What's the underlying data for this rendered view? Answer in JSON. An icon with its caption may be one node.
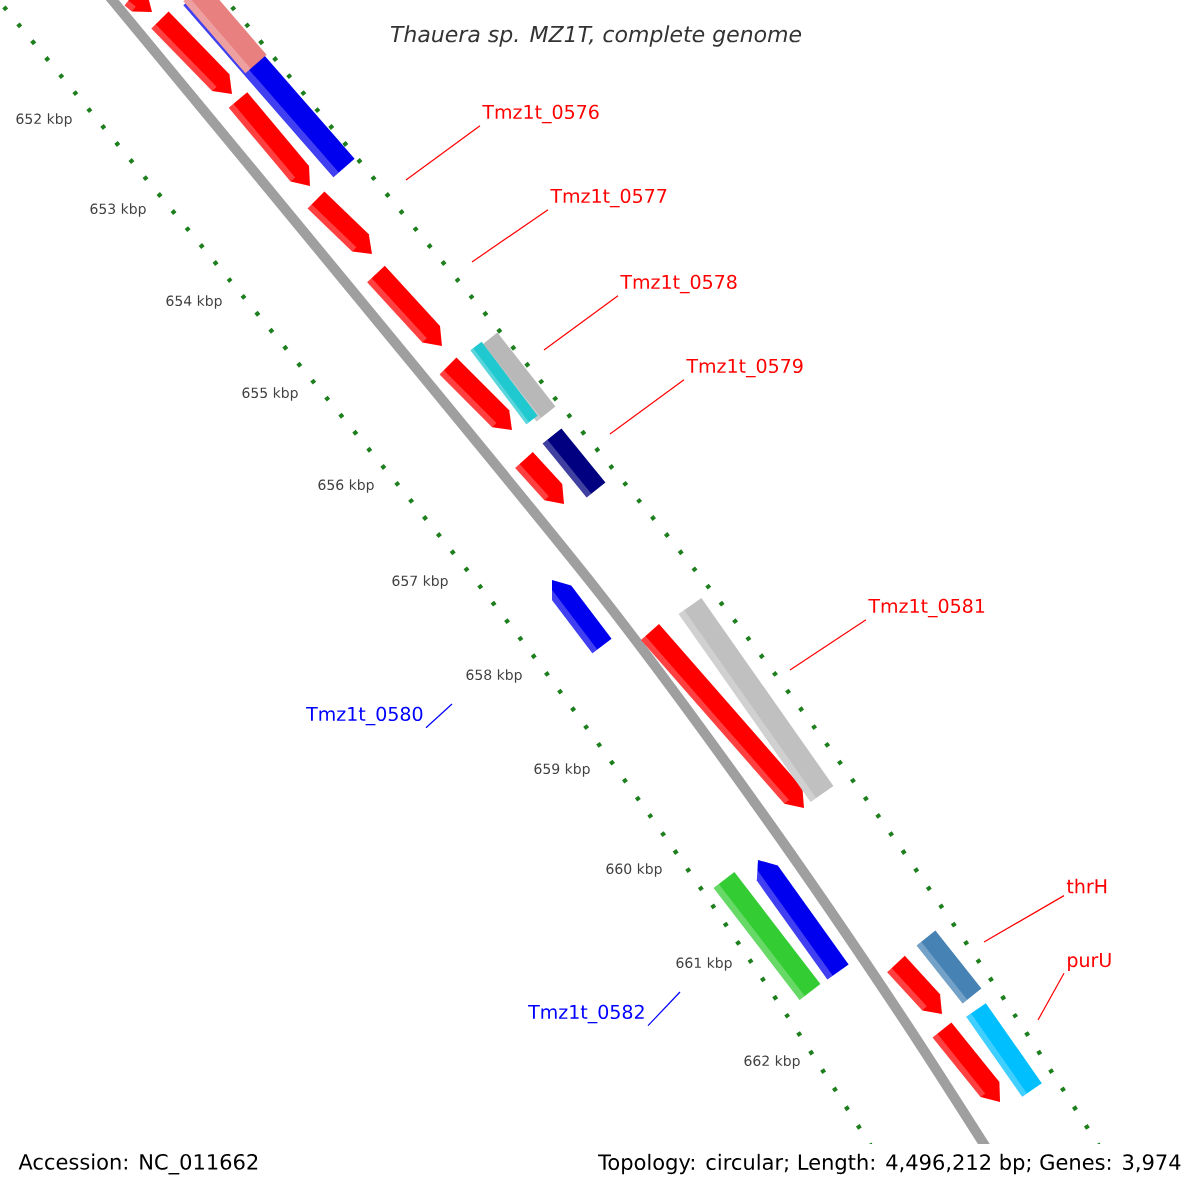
{
  "diagram": {
    "title": "Thauera sp. MZ1T, complete genome",
    "nodes": [
      {
        "text": [
          "Tmz1t_0576"
        ]
      },
      {
        "text": [
          "Tmz1t_0577"
        ]
      },
      {
        "text": [
          "Tmz1t_0578"
        ]
      },
      {
        "text": [
          "Tmz1t_0579"
        ]
      },
      {
        "text": [
          "Tmz1t_0581"
        ]
      },
      {
        "text": [
          "Tmz1t_0580"
        ]
      },
      {
        "text": [
          "Tmz1t_0582"
        ]
      },
      {
        "text": [
          "thrH"
        ]
      },
      {
        "text": [
          "purU"
        ]
      }
    ],
    "edges": [
      {
        "from": 0,
        "to": null,
        "arrow": "none"
      },
      {
        "from": 1,
        "to": null,
        "arrow": "none"
      },
      {
        "from": 2,
        "to": null,
        "arrow": "none"
      },
      {
        "from": 3,
        "to": null,
        "arrow": "none"
      },
      {
        "from": 4,
        "to": null,
        "arrow": "none"
      },
      {
        "from": 5,
        "to": null,
        "arrow": "none",
        "color": "#0000ff"
      },
      {
        "from": 6,
        "to": null,
        "arrow": "none",
        "color": "#0000ff"
      },
      {
        "from": 7,
        "to": null,
        "arrow": "none"
      },
      {
        "from": 8,
        "to": null,
        "arrow": "none"
      }
    ],
    "labels": [
      "652 kbp",
      "653 kbp",
      "654 kbp",
      "655 kbp",
      "656 kbp",
      "657 kbp",
      "658 kbp",
      "659 kbp",
      "660 kbp",
      "661 kbp",
      "662 kbp",
      "Accession: NC_011662",
      "Topology: circular; Length: 4,496,212 bp; Genes: 3,974"
    ]
  }
}
